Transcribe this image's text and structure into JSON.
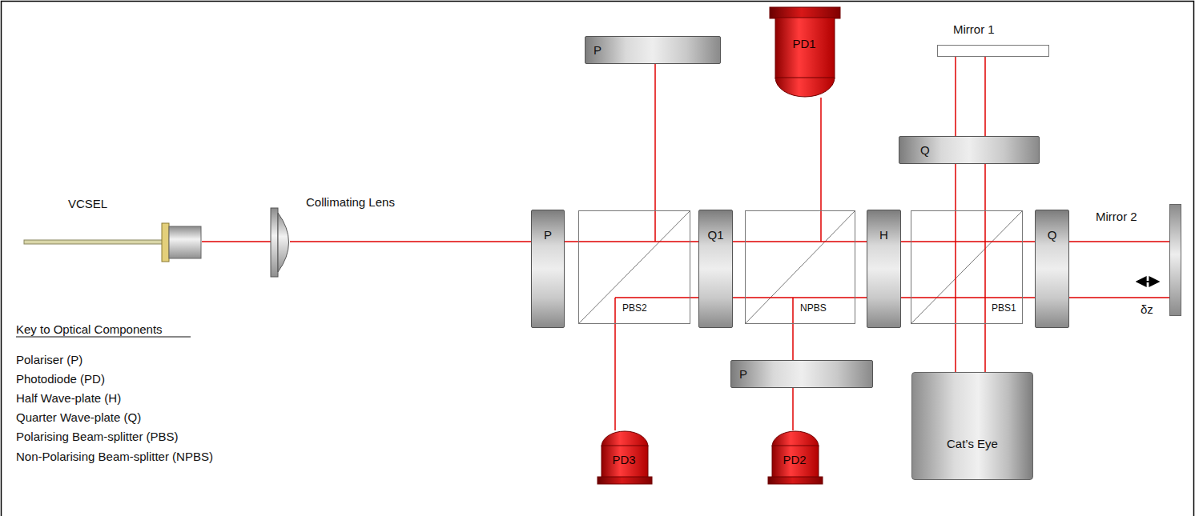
{
  "diagram": {
    "nodes": [
      {
        "text": [
          "VCSEL"
        ]
      },
      {
        "text": [
          "Collimating Lens"
        ]
      },
      {
        "text": [
          "P"
        ]
      },
      {
        "text": [
          "PBS2"
        ]
      },
      {
        "text": [
          "P"
        ]
      },
      {
        "text": [
          "PD3"
        ]
      },
      {
        "text": [
          "Q1"
        ]
      },
      {
        "text": [
          "NPBS"
        ]
      },
      {
        "text": [
          "PD1"
        ]
      },
      {
        "text": [
          "P"
        ]
      },
      {
        "text": [
          "PD2"
        ]
      },
      {
        "text": [
          "H"
        ]
      },
      {
        "text": [
          "PBS1"
        ]
      },
      {
        "text": [
          "Q"
        ]
      },
      {
        "text": [
          "Mirror 1"
        ]
      },
      {
        "text": [
          "Cat’s Eye"
        ]
      },
      {
        "text": [
          "Q"
        ]
      },
      {
        "text": [
          "Mirror 2"
        ]
      }
    ],
    "edges": [
      {
        "from": 0,
        "to": 1,
        "arrow": "none"
      },
      {
        "from": 1,
        "to": 2,
        "arrow": "none"
      },
      {
        "from": 2,
        "to": 3,
        "arrow": "none"
      },
      {
        "from": 3,
        "to": 4,
        "arrow": "none"
      },
      {
        "from": 3,
        "to": 5,
        "arrow": "none"
      },
      {
        "from": 3,
        "to": 6,
        "arrow": "none"
      },
      {
        "from": 6,
        "to": 7,
        "arrow": "none"
      },
      {
        "from": 7,
        "to": 8,
        "arrow": "none"
      },
      {
        "from": 7,
        "to": 9,
        "arrow": "none"
      },
      {
        "from": 9,
        "to": 10,
        "arrow": "none"
      },
      {
        "from": 7,
        "to": 11,
        "arrow": "none"
      },
      {
        "from": 11,
        "to": 12,
        "arrow": "none"
      },
      {
        "from": 12,
        "to": 13,
        "arrow": "none"
      },
      {
        "from": 13,
        "to": 14,
        "arrow": "none"
      },
      {
        "from": 12,
        "to": 15,
        "arrow": "none"
      },
      {
        "from": 12,
        "to": 16,
        "arrow": "none"
      },
      {
        "from": 16,
        "to": 17,
        "arrow": "none"
      }
    ],
    "labels": [
      "Key to Optical Components",
      "Polariser (P)",
      "Photodiode (PD)",
      "Half Wave-plate (H)",
      "Quarter Wave-plate (Q)",
      "Polarising Beam-splitter (PBS)",
      "Non-Polarising Beam-splitter (NPBS)",
      "δz"
    ]
  }
}
